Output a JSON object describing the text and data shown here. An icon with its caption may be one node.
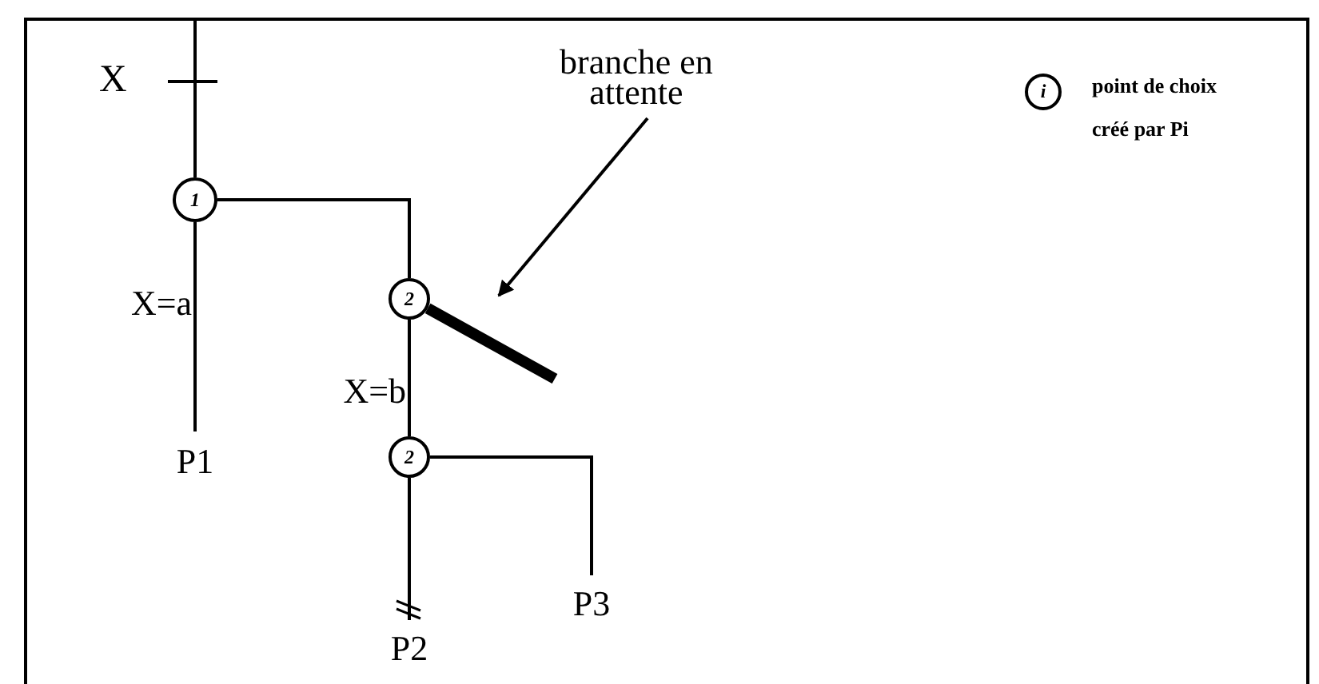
{
  "diagram": {
    "nodes": [
      {
        "text": [
          "1"
        ]
      },
      {
        "text": [
          "2"
        ]
      },
      {
        "text": [
          "2"
        ]
      },
      {
        "text": [
          "P1"
        ]
      },
      {
        "text": [
          "P2"
        ]
      },
      {
        "text": [
          "P3"
        ]
      },
      {
        "text": [
          "branche en attente"
        ]
      },
      {
        "text": [
          "i"
        ],
        "beside": [
          "point de choix créé par Pi"
        ]
      }
    ],
    "edges": [
      {
        "from": null,
        "to": 0,
        "arrow": "none"
      },
      {
        "from": 0,
        "to": 3,
        "arrow": "none",
        "label": "X=a"
      },
      {
        "from": 0,
        "to": 1,
        "arrow": "none"
      },
      {
        "from": 1,
        "to": 2,
        "arrow": "none",
        "label": "X=b"
      },
      {
        "from": 1,
        "to": null,
        "arrow": "none",
        "style": "thick"
      },
      {
        "from": 2,
        "to": 4,
        "arrow": "none"
      },
      {
        "from": 2,
        "to": 5,
        "arrow": "none"
      },
      {
        "from": 6,
        "to": null,
        "arrow": "to"
      }
    ],
    "labels": [
      "X"
    ]
  }
}
